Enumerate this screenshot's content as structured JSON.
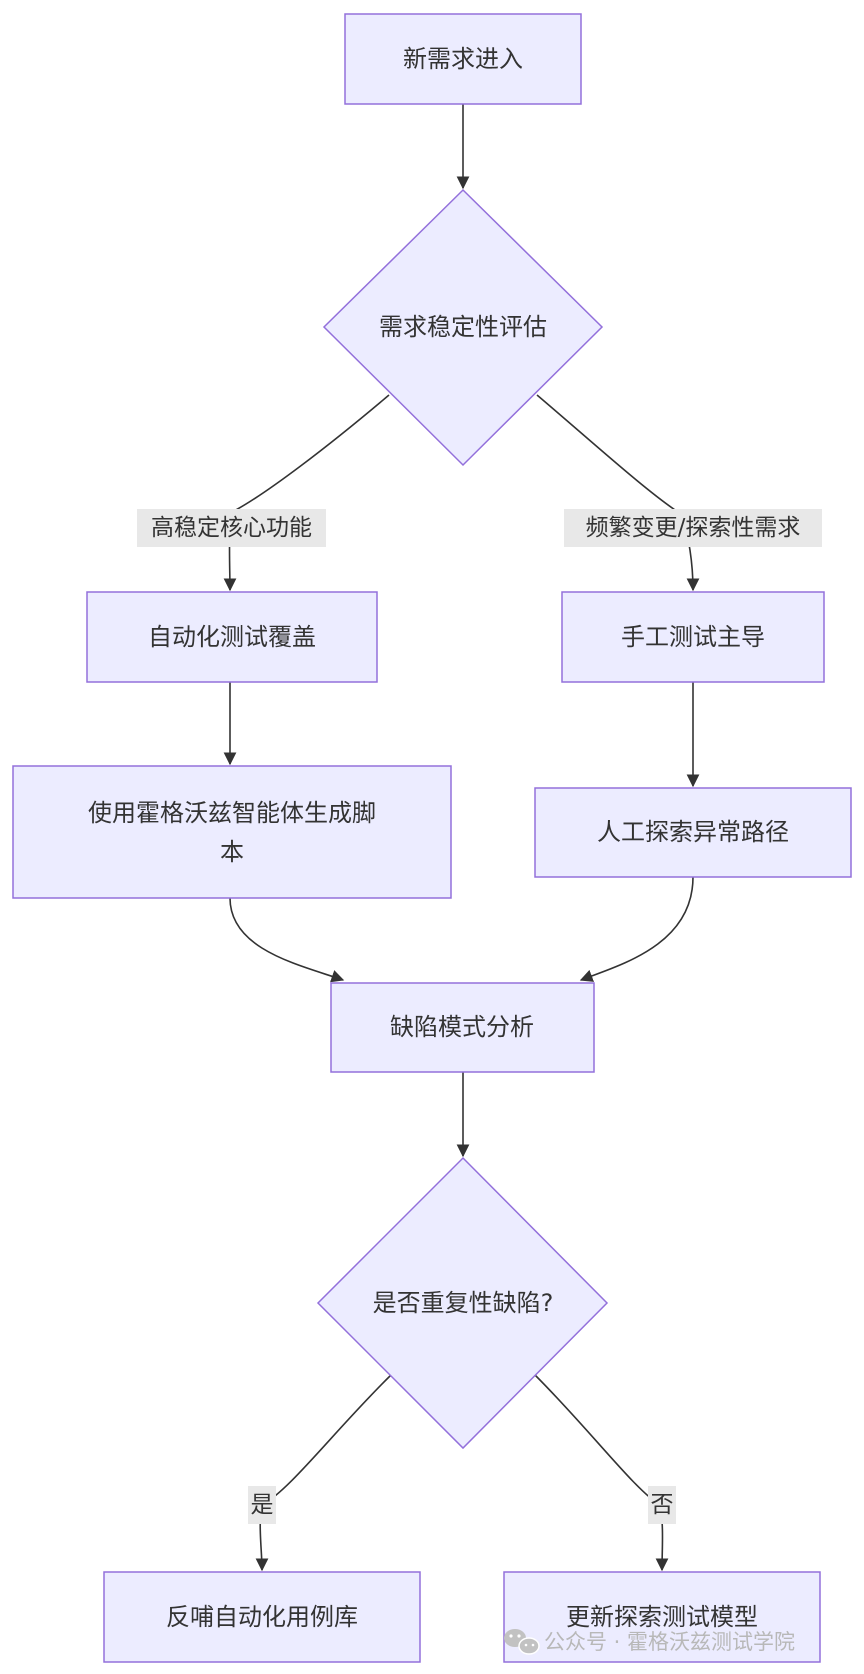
{
  "nodes": {
    "start": "新需求进入",
    "stability_check": "需求稳定性评估",
    "automation_coverage": "自动化测试覆盖",
    "manual_lead": "手工测试主导",
    "agent_script_line1": "使用霍格沃兹智能体生成脚",
    "agent_script_line2": "本",
    "manual_explore": "人工探索异常路径",
    "defect_analysis": "缺陷模式分析",
    "repeat_check": "是否重复性缺陷?",
    "feedback_automation": "反哺自动化用例库",
    "update_model": "更新探索测试模型"
  },
  "edge_labels": {
    "high_stability": "高稳定核心功能",
    "frequent_change": "频繁变更/探索性需求",
    "yes": "是",
    "no": "否"
  },
  "watermark": {
    "icon": "wechat-icon",
    "text": "公众号 · 霍格沃兹测试学院"
  },
  "colors": {
    "node_fill": "#ececff",
    "node_stroke": "#9370db",
    "edge": "#333333",
    "label_bg": "#e8e8e8"
  }
}
